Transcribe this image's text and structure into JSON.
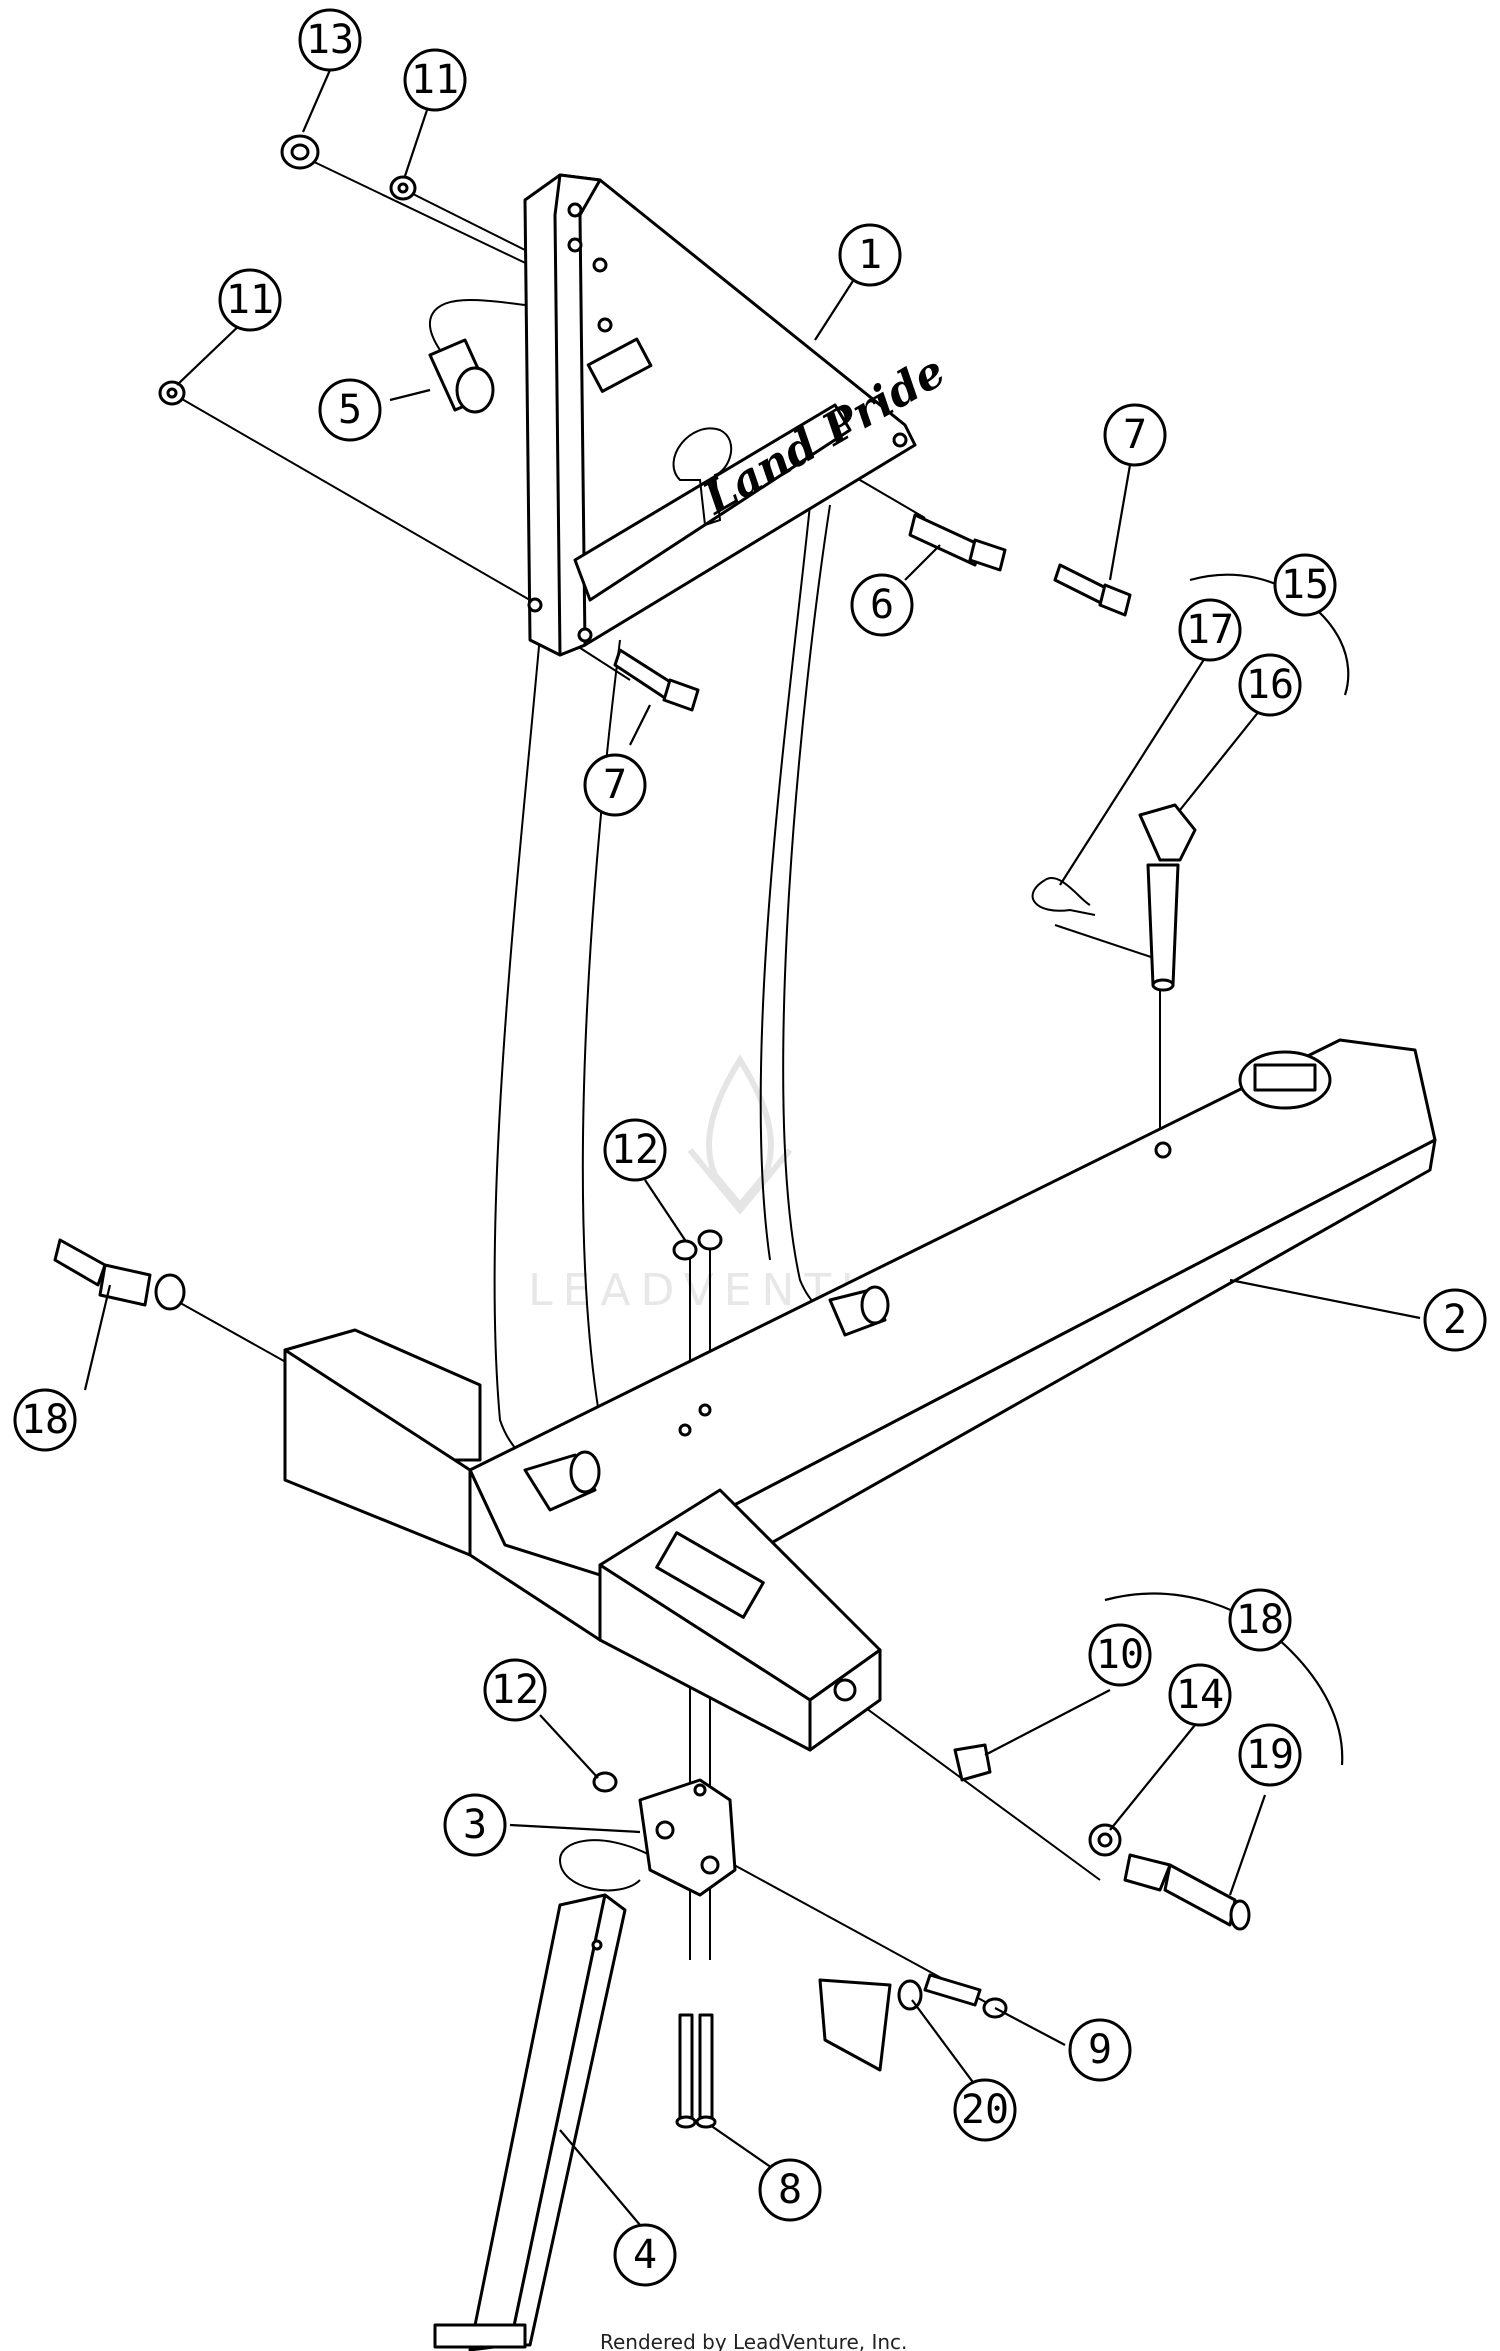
{
  "watermark": {
    "text": "LEADVENTURE"
  },
  "credit": {
    "text": "Rendered by LeadVenture, Inc."
  },
  "brand": {
    "logo_text": "Land Pride"
  },
  "callouts": [
    {
      "id": "c-13a",
      "label": "13"
    },
    {
      "id": "c-11a",
      "label": "11"
    },
    {
      "id": "c-11b",
      "label": "11"
    },
    {
      "id": "c-1",
      "label": "1"
    },
    {
      "id": "c-5",
      "label": "5"
    },
    {
      "id": "c-7a",
      "label": "7"
    },
    {
      "id": "c-6",
      "label": "6"
    },
    {
      "id": "c-15",
      "label": "15"
    },
    {
      "id": "c-17",
      "label": "17"
    },
    {
      "id": "c-16",
      "label": "16"
    },
    {
      "id": "c-7b",
      "label": "7"
    },
    {
      "id": "c-12a",
      "label": "12"
    },
    {
      "id": "c-2",
      "label": "2"
    },
    {
      "id": "c-18a",
      "label": "18"
    },
    {
      "id": "c-18b",
      "label": "18"
    },
    {
      "id": "c-10",
      "label": "10"
    },
    {
      "id": "c-14",
      "label": "14"
    },
    {
      "id": "c-19",
      "label": "19"
    },
    {
      "id": "c-12b",
      "label": "12"
    },
    {
      "id": "c-3",
      "label": "3"
    },
    {
      "id": "c-9",
      "label": "9"
    },
    {
      "id": "c-20",
      "label": "20"
    },
    {
      "id": "c-8",
      "label": "8"
    },
    {
      "id": "c-4",
      "label": "4"
    }
  ]
}
